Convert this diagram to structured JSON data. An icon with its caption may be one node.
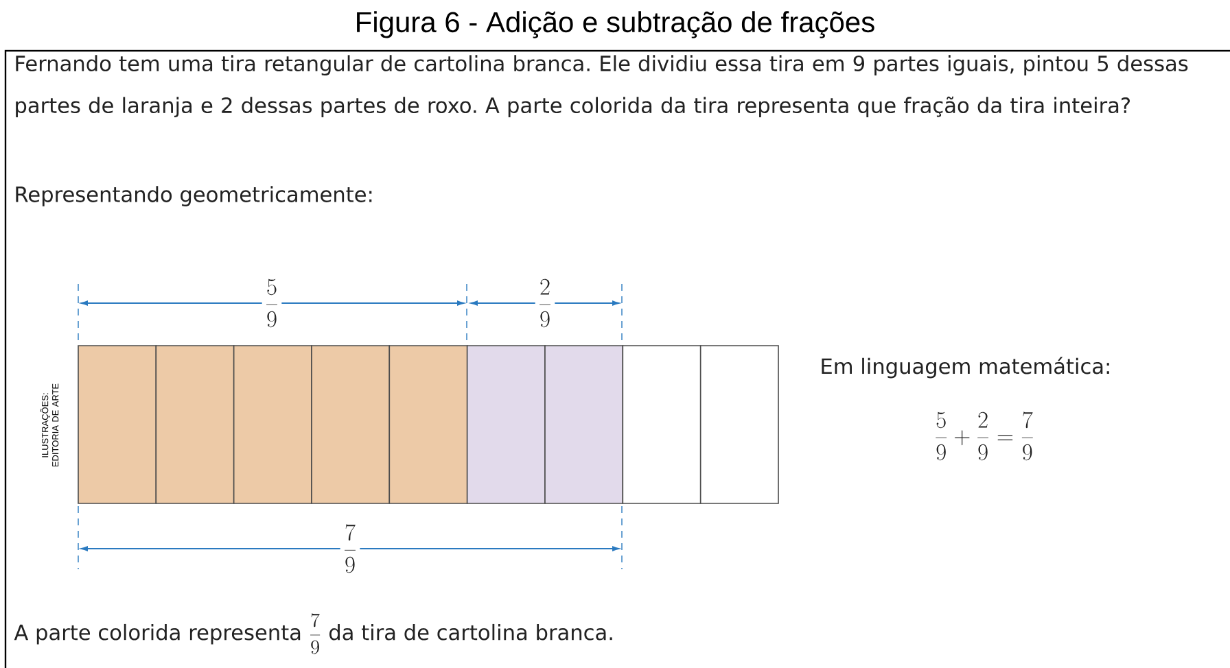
{
  "diagram": {
    "title": "Figura 6 - Adição e subtração de frações",
    "nodes": [
      {
        "text": [],
        "shape": "box"
      },
      {
        "text": [],
        "shape": "box"
      },
      {
        "text": [],
        "shape": "box"
      },
      {
        "text": [],
        "shape": "box"
      },
      {
        "text": [],
        "shape": "box"
      },
      {
        "text": [],
        "shape": "box"
      },
      {
        "text": [],
        "shape": "box"
      },
      {
        "text": [],
        "shape": "box"
      },
      {
        "text": [],
        "shape": "box"
      }
    ],
    "edges": [],
    "labels": [
      "Fernando tem uma tira retangular de cartolina branca. Ele dividiu essa tira em 9 partes iguais, pintou 5 dessas partes de laranja e 2 dessas partes de roxo. A parte colorida da tira representa que fração da tira inteira?",
      "Representando geometricamente:",
      "\\frac{5}{9}",
      "\\frac{2}{9}",
      "ILUSTRAÇÕES: EDITORIA DE ARTE",
      "Em linguagem matemática:",
      "\\frac{5}{9}+\\frac{2}{9}=\\frac{7}{9}",
      "\\frac{7}{9}",
      "A parte colorida representa",
      "\\frac{7}{9}",
      "da tira de cartolina branca."
    ]
  }
}
